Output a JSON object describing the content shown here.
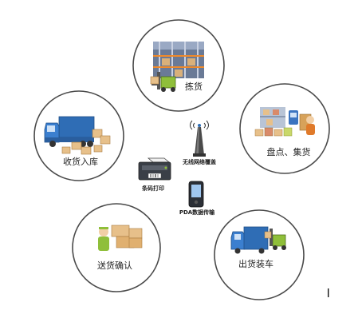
{
  "nodes": {
    "picking": {
      "label": "拣货"
    },
    "receiving": {
      "label": "收货入库"
    },
    "inventory": {
      "label": "盘点、集货"
    },
    "delivery_confirm": {
      "label": "送货确认"
    },
    "shipping": {
      "label": "出货装车"
    }
  },
  "center": {
    "wireless": {
      "label": "无线网络覆盖"
    },
    "barcode_print": {
      "label": "条码打印"
    },
    "pda": {
      "label": "PDA数据传输"
    }
  },
  "colors": {
    "circle_stroke": "#4a4a4a",
    "accent_blue": "#2f6db5",
    "box": "#e7c08a",
    "forklift": "#8fbf3a"
  }
}
